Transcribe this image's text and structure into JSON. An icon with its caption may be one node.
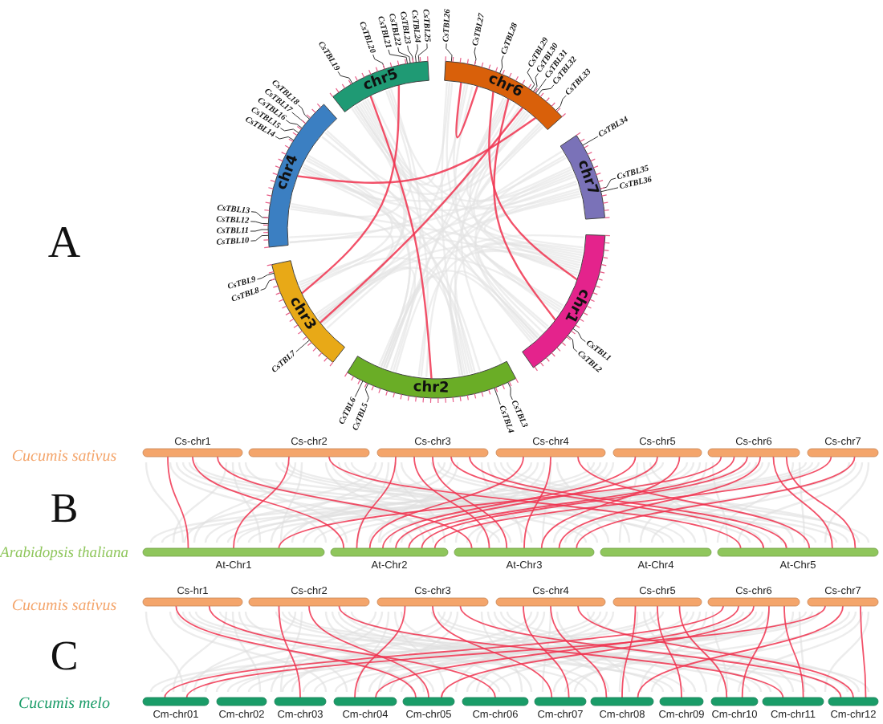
{
  "diagram": {
    "nodes": [
      {
        "text": [
          "chr1"
        ]
      },
      {
        "text": [
          "chr2"
        ]
      },
      {
        "text": [
          "chr3"
        ]
      },
      {
        "text": [
          "chr4"
        ]
      },
      {
        "text": [
          "chr5"
        ]
      },
      {
        "text": [
          "chr6"
        ]
      },
      {
        "text": [
          "chr7"
        ]
      },
      {
        "text": [
          "CsTBL1"
        ]
      },
      {
        "text": [
          "CsTBL2"
        ]
      },
      {
        "text": [
          "CsTBL3"
        ]
      },
      {
        "text": [
          "CsTBL4"
        ]
      },
      {
        "text": [
          "CsTBL5"
        ]
      },
      {
        "text": [
          "CsTBL6"
        ]
      },
      {
        "text": [
          "CsTBL7"
        ]
      },
      {
        "text": [
          "CsTBL8"
        ]
      },
      {
        "text": [
          "CsTBL9"
        ]
      },
      {
        "text": [
          "CsTBL10"
        ]
      },
      {
        "text": [
          "CsTBL11"
        ]
      },
      {
        "text": [
          "CsTBL12"
        ]
      },
      {
        "text": [
          "CsTBL13"
        ]
      },
      {
        "text": [
          "CsTBL14"
        ]
      },
      {
        "text": [
          "CsTBL15"
        ]
      },
      {
        "text": [
          "CsTBL16"
        ]
      },
      {
        "text": [
          "CsTBL17"
        ]
      },
      {
        "text": [
          "CsTBL18"
        ]
      },
      {
        "text": [
          "CsTBL19"
        ]
      },
      {
        "text": [
          "CsTBL20"
        ]
      },
      {
        "text": [
          "CsTBL21"
        ]
      },
      {
        "text": [
          "CsTBL22"
        ]
      },
      {
        "text": [
          "CsTBL23"
        ]
      },
      {
        "text": [
          "CsTBL24"
        ]
      },
      {
        "text": [
          "CsTBL25"
        ]
      },
      {
        "text": [
          "CsTBL26"
        ]
      },
      {
        "text": [
          "CsTBL27"
        ]
      },
      {
        "text": [
          "CsTBL28"
        ]
      },
      {
        "text": [
          "CsTBL29"
        ]
      },
      {
        "text": [
          "CsTBL30"
        ]
      },
      {
        "text": [
          "CsTBL31"
        ]
      },
      {
        "text": [
          "CsTBL32"
        ]
      },
      {
        "text": [
          "CsTBL33"
        ]
      },
      {
        "text": [
          "CsTBL34"
        ]
      },
      {
        "text": [
          "CsTBL35"
        ]
      },
      {
        "text": [
          "CsTBL36"
        ]
      },
      {
        "text": [
          "Cs-chr1"
        ]
      },
      {
        "text": [
          "Cs-chr2"
        ]
      },
      {
        "text": [
          "Cs-chr3"
        ]
      },
      {
        "text": [
          "Cs-chr4"
        ]
      },
      {
        "text": [
          "Cs-chr5"
        ]
      },
      {
        "text": [
          "Cs-chr6"
        ]
      },
      {
        "text": [
          "Cs-chr7"
        ]
      },
      {
        "text": [
          "At-Chr1"
        ]
      },
      {
        "text": [
          "At-Chr2"
        ]
      },
      {
        "text": [
          "At-Chr3"
        ]
      },
      {
        "text": [
          "At-Chr4"
        ]
      },
      {
        "text": [
          "At-Chr5"
        ]
      },
      {
        "text": [
          "Cs-hr1"
        ]
      },
      {
        "text": [
          "Cs-chr2"
        ]
      },
      {
        "text": [
          "Cs-chr3"
        ]
      },
      {
        "text": [
          "Cs-chr4"
        ]
      },
      {
        "text": [
          "Cs-chr5"
        ]
      },
      {
        "text": [
          "Cs-chr6"
        ]
      },
      {
        "text": [
          "Cs-chr7"
        ]
      },
      {
        "text": [
          "Cm-chr01"
        ]
      },
      {
        "text": [
          "Cm-chr02"
        ]
      },
      {
        "text": [
          "Cm-chr03"
        ]
      },
      {
        "text": [
          "Cm-chr04"
        ]
      },
      {
        "text": [
          "Cm-chr05"
        ]
      },
      {
        "text": [
          "Cm-chr06"
        ]
      },
      {
        "text": [
          "Cm-chr07"
        ]
      },
      {
        "text": [
          "Cm-chr08"
        ]
      },
      {
        "text": [
          "Cm-chr09"
        ]
      },
      {
        "text": [
          "Cm-chr10"
        ]
      },
      {
        "text": [
          "Cm-chr11"
        ]
      },
      {
        "text": [
          "Cm-chr12"
        ]
      }
    ],
    "edges": [
      {
        "from": 3,
        "to": 5,
        "arrow": "none",
        "color": "#f0334f"
      },
      {
        "from": 4,
        "to": 1,
        "arrow": "none",
        "color": "#f0334f"
      },
      {
        "from": 5,
        "to": 5,
        "arrow": "none",
        "color": "#f0334f"
      },
      {
        "from": 5,
        "to": 0,
        "arrow": "none",
        "color": "#f0334f"
      },
      {
        "from": 5,
        "to": 0,
        "arrow": "none",
        "color": "#f0334f"
      },
      {
        "from": 5,
        "to": 2,
        "arrow": "none",
        "color": "#f0334f"
      },
      {
        "from": 2,
        "to": 4,
        "arrow": "none",
        "color": "#f0334f"
      },
      {
        "from": 7,
        "to": 0,
        "arrow": "none",
        "color": "#333333"
      },
      {
        "from": 8,
        "to": 0,
        "arrow": "none",
        "color": "#333333"
      },
      {
        "from": 9,
        "to": 1,
        "arrow": "none",
        "color": "#333333"
      },
      {
        "from": 10,
        "to": 1,
        "arrow": "none",
        "color": "#333333"
      },
      {
        "from": 11,
        "to": 1,
        "arrow": "none",
        "color": "#333333"
      },
      {
        "from": 12,
        "to": 1,
        "arrow": "none",
        "color": "#333333"
      },
      {
        "from": 13,
        "to": 2,
        "arrow": "none",
        "color": "#333333"
      },
      {
        "from": 14,
        "to": 2,
        "arrow": "none",
        "color": "#333333"
      },
      {
        "from": 15,
        "to": 2,
        "arrow": "none",
        "color": "#333333"
      },
      {
        "from": 16,
        "to": 3,
        "arrow": "none",
        "color": "#333333"
      },
      {
        "from": 17,
        "to": 3,
        "arrow": "none",
        "color": "#333333"
      },
      {
        "from": 18,
        "to": 3,
        "arrow": "none",
        "color": "#333333"
      },
      {
        "from": 19,
        "to": 3,
        "arrow": "none",
        "color": "#333333"
      },
      {
        "from": 20,
        "to": 3,
        "arrow": "none",
        "color": "#333333"
      },
      {
        "from": 21,
        "to": 3,
        "arrow": "none",
        "color": "#333333"
      },
      {
        "from": 22,
        "to": 3,
        "arrow": "none",
        "color": "#333333"
      },
      {
        "from": 23,
        "to": 3,
        "arrow": "none",
        "color": "#333333"
      },
      {
        "from": 24,
        "to": 3,
        "arrow": "none",
        "color": "#333333"
      },
      {
        "from": 25,
        "to": 4,
        "arrow": "none",
        "color": "#333333"
      },
      {
        "from": 26,
        "to": 4,
        "arrow": "none",
        "color": "#333333"
      },
      {
        "from": 27,
        "to": 4,
        "arrow": "none",
        "color": "#333333"
      },
      {
        "from": 28,
        "to": 4,
        "arrow": "none",
        "color": "#333333"
      },
      {
        "from": 29,
        "to": 4,
        "arrow": "none",
        "color": "#333333"
      },
      {
        "from": 30,
        "to": 4,
        "arrow": "none",
        "color": "#333333"
      },
      {
        "from": 31,
        "to": 4,
        "arrow": "none",
        "color": "#333333"
      },
      {
        "from": 32,
        "to": 5,
        "arrow": "none",
        "color": "#333333"
      },
      {
        "from": 33,
        "to": 5,
        "arrow": "none",
        "color": "#333333"
      },
      {
        "from": 34,
        "to": 5,
        "arrow": "none",
        "color": "#333333"
      },
      {
        "from": 35,
        "to": 5,
        "arrow": "none",
        "color": "#333333"
      },
      {
        "from": 36,
        "to": 5,
        "arrow": "none",
        "color": "#333333"
      },
      {
        "from": 37,
        "to": 5,
        "arrow": "none",
        "color": "#333333"
      },
      {
        "from": 38,
        "to": 5,
        "arrow": "none",
        "color": "#333333"
      },
      {
        "from": 39,
        "to": 5,
        "arrow": "none",
        "color": "#333333"
      },
      {
        "from": 40,
        "to": 6,
        "arrow": "none",
        "color": "#333333"
      },
      {
        "from": 41,
        "to": 6,
        "arrow": "none",
        "color": "#333333"
      },
      {
        "from": 42,
        "to": 6,
        "arrow": "none",
        "color": "#333333"
      },
      {
        "from": 43,
        "to": 50,
        "arrow": "none",
        "color": "#f0334f"
      },
      {
        "from": 43,
        "to": 51,
        "arrow": "none",
        "color": "#f0334f"
      },
      {
        "from": 43,
        "to": 52,
        "arrow": "none",
        "color": "#f0334f"
      },
      {
        "from": 44,
        "to": 50,
        "arrow": "none",
        "color": "#f0334f"
      },
      {
        "from": 44,
        "to": 54,
        "arrow": "none",
        "color": "#f0334f"
      },
      {
        "from": 45,
        "to": 51,
        "arrow": "none",
        "color": "#f0334f"
      },
      {
        "from": 45,
        "to": 52,
        "arrow": "none",
        "color": "#f0334f"
      },
      {
        "from": 45,
        "to": 52,
        "arrow": "none",
        "color": "#f0334f"
      },
      {
        "from": 45,
        "to": 54,
        "arrow": "none",
        "color": "#f0334f"
      },
      {
        "from": 45,
        "to": 54,
        "arrow": "none",
        "color": "#f0334f"
      },
      {
        "from": 46,
        "to": 51,
        "arrow": "none",
        "color": "#f0334f"
      },
      {
        "from": 46,
        "to": 52,
        "arrow": "none",
        "color": "#f0334f"
      },
      {
        "from": 46,
        "to": 54,
        "arrow": "none",
        "color": "#f0334f"
      },
      {
        "from": 47,
        "to": 51,
        "arrow": "none",
        "color": "#f0334f"
      },
      {
        "from": 47,
        "to": 51,
        "arrow": "none",
        "color": "#f0334f"
      },
      {
        "from": 47,
        "to": 52,
        "arrow": "none",
        "color": "#f0334f"
      },
      {
        "from": 48,
        "to": 50,
        "arrow": "none",
        "color": "#f0334f"
      },
      {
        "from": 48,
        "to": 51,
        "arrow": "none",
        "color": "#f0334f"
      },
      {
        "from": 48,
        "to": 51,
        "arrow": "none",
        "color": "#f0334f"
      },
      {
        "from": 48,
        "to": 52,
        "arrow": "none",
        "color": "#f0334f"
      },
      {
        "from": 48,
        "to": 54,
        "arrow": "none",
        "color": "#f0334f"
      },
      {
        "from": 48,
        "to": 54,
        "arrow": "none",
        "color": "#f0334f"
      },
      {
        "from": 49,
        "to": 51,
        "arrow": "none",
        "color": "#f0334f"
      },
      {
        "from": 49,
        "to": 52,
        "arrow": "none",
        "color": "#f0334f"
      },
      {
        "from": 55,
        "to": 66,
        "arrow": "none",
        "color": "#f0334f"
      },
      {
        "from": 55,
        "to": 67,
        "arrow": "none",
        "color": "#f0334f"
      },
      {
        "from": 56,
        "to": 64,
        "arrow": "none",
        "color": "#f0334f"
      },
      {
        "from": 56,
        "to": 66,
        "arrow": "none",
        "color": "#f0334f"
      },
      {
        "from": 56,
        "to": 72,
        "arrow": "none",
        "color": "#f0334f"
      },
      {
        "from": 57,
        "to": 65,
        "arrow": "none",
        "color": "#f0334f"
      },
      {
        "from": 57,
        "to": 68,
        "arrow": "none",
        "color": "#f0334f"
      },
      {
        "from": 57,
        "to": 73,
        "arrow": "none",
        "color": "#f0334f"
      },
      {
        "from": 58,
        "to": 68,
        "arrow": "none",
        "color": "#f0334f"
      },
      {
        "from": 58,
        "to": 69,
        "arrow": "none",
        "color": "#f0334f"
      },
      {
        "from": 58,
        "to": 73,
        "arrow": "none",
        "color": "#f0334f"
      },
      {
        "from": 59,
        "to": 69,
        "arrow": "none",
        "color": "#f0334f"
      },
      {
        "from": 59,
        "to": 70,
        "arrow": "none",
        "color": "#f0334f"
      },
      {
        "from": 59,
        "to": 71,
        "arrow": "none",
        "color": "#f0334f"
      },
      {
        "from": 60,
        "to": 62,
        "arrow": "none",
        "color": "#f0334f"
      },
      {
        "from": 60,
        "to": 65,
        "arrow": "none",
        "color": "#f0334f"
      },
      {
        "from": 60,
        "to": 66,
        "arrow": "none",
        "color": "#f0334f"
      },
      {
        "from": 60,
        "to": 71,
        "arrow": "none",
        "color": "#f0334f"
      },
      {
        "from": 60,
        "to": 72,
        "arrow": "none",
        "color": "#f0334f"
      },
      {
        "from": 61,
        "to": 62,
        "arrow": "none",
        "color": "#f0334f"
      },
      {
        "from": 61,
        "to": 69,
        "arrow": "none",
        "color": "#f0334f"
      },
      {
        "from": 61,
        "to": 73,
        "arrow": "none",
        "color": "#f0334f"
      }
    ],
    "labels": [
      "A",
      "Cucumis sativus",
      "B",
      "Arabidopsis thaliana",
      "Cucumis sativus",
      "C",
      "Cucumis melo"
    ]
  }
}
